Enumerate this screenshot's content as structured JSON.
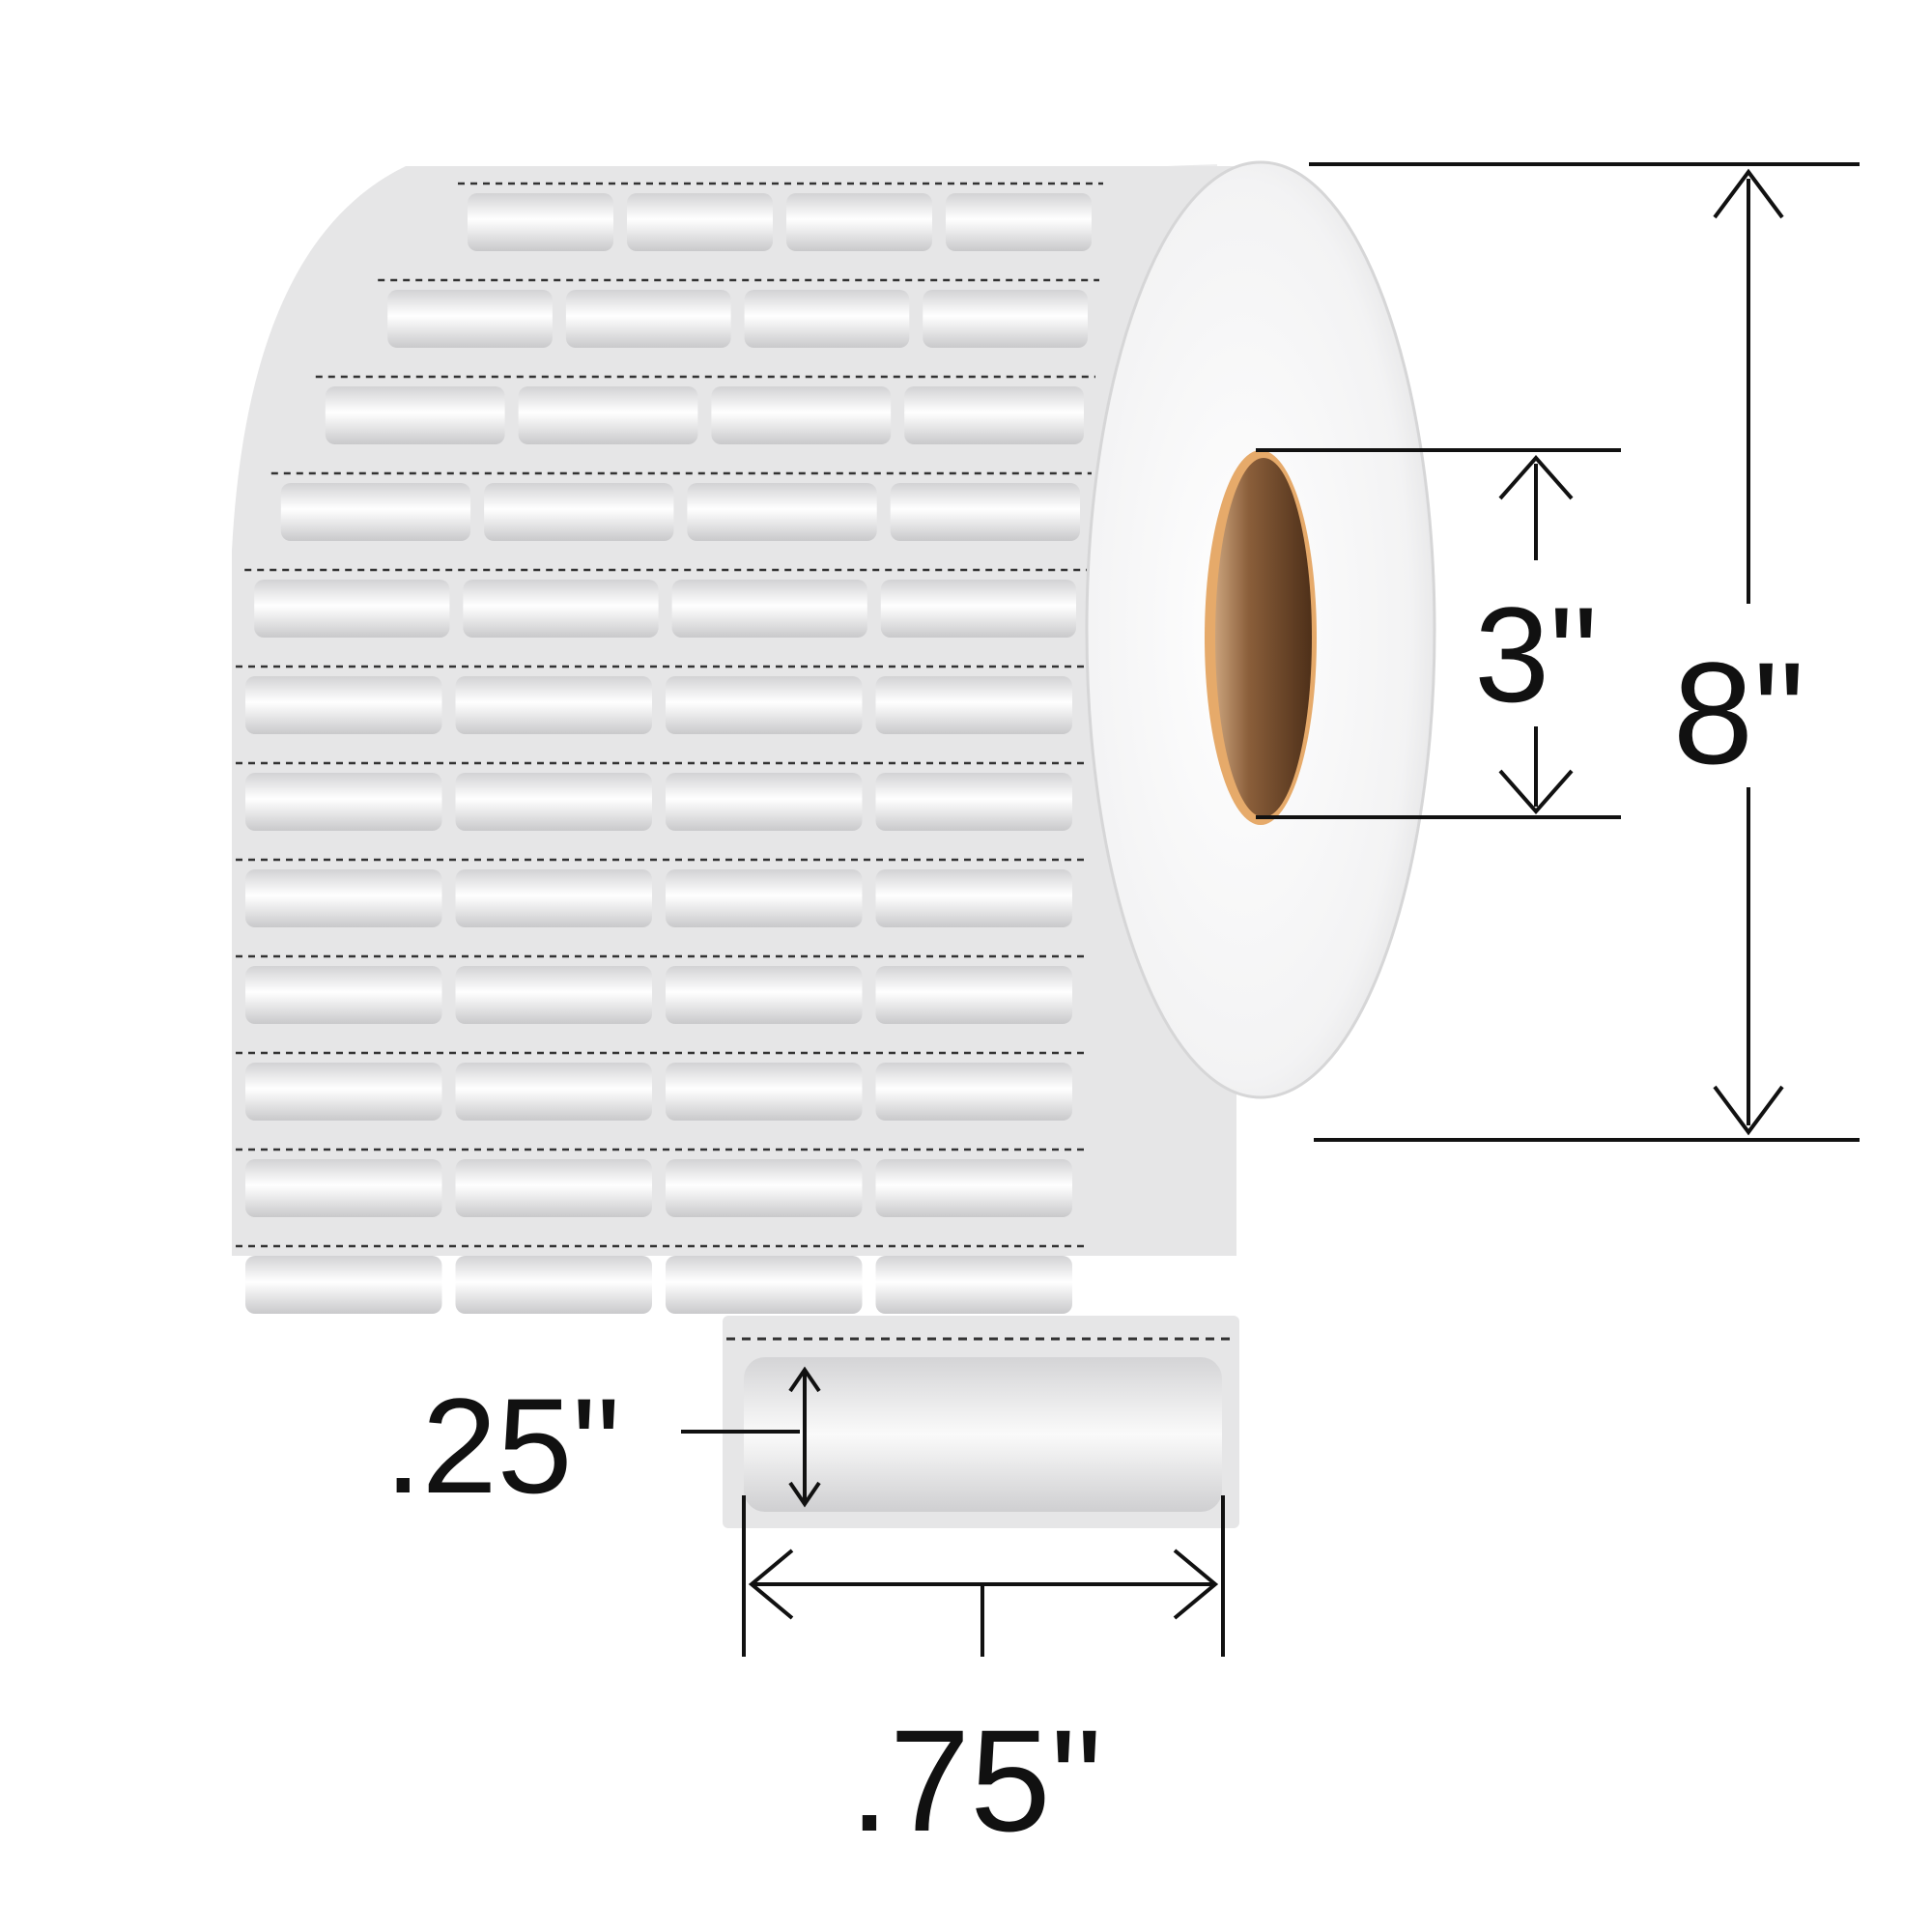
{
  "dimensions": {
    "roll_outer_diameter": "8\"",
    "core_diameter": "3\"",
    "label_height": ".25\"",
    "label_width": ".75\""
  },
  "roll": {
    "label_columns": 4,
    "visible_label_rows": 12
  },
  "colors": {
    "background": "#ffffff",
    "liner": "#e9e9ea",
    "label_face": "#f5f5f6",
    "core_inner": "#6b4426",
    "core_rim": "#e0a86a",
    "dimension_ink": "#111111",
    "perforation": "#333333"
  }
}
